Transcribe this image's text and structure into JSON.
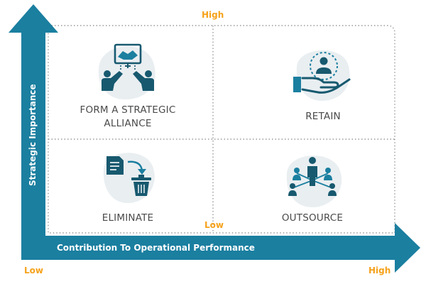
{
  "axes": {
    "x_title": "Contribution To Operational Performance",
    "y_title": "Strategic Importance",
    "x_low": "Low",
    "x_high": "High",
    "y_high": "High",
    "center_low": "Low"
  },
  "quadrants": {
    "top_left": {
      "line1": "FORM A STRATEGIC",
      "line2": "ALLIANCE",
      "icon": "handshake-icon"
    },
    "top_right": {
      "label": "RETAIN",
      "icon": "hand-holding-person-icon"
    },
    "bottom_left": {
      "label": "ELIMINATE",
      "icon": "document-to-trash-icon"
    },
    "bottom_right": {
      "label": "OUTSOURCE",
      "icon": "network-people-icon"
    }
  },
  "colors": {
    "primary": "#1b7fa0",
    "dark": "#17596f",
    "accent": "#f5a21b",
    "blob": "#e9eef1",
    "text": "#4a4a4a",
    "dotted": "#9a9a9a"
  }
}
